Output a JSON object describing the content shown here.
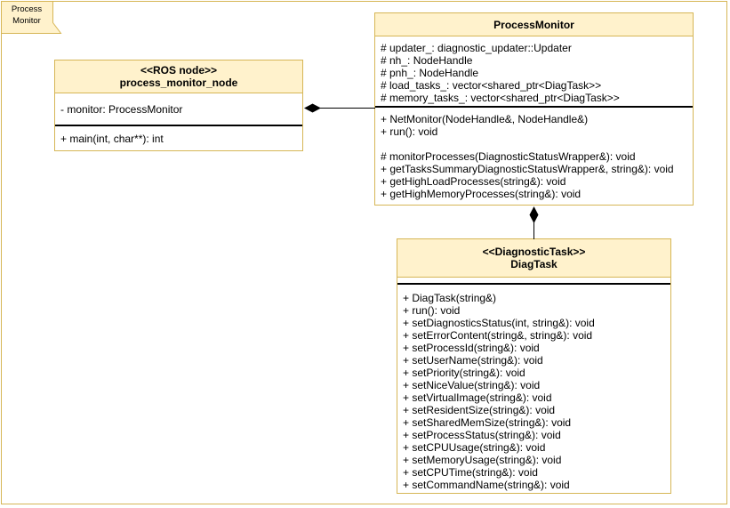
{
  "frame": {
    "label": "Process Monitor"
  },
  "colors": {
    "fill": "#FFF2CC",
    "stroke": "#D6B656",
    "text": "#000000",
    "separator": "#000000"
  },
  "classes": {
    "process_monitor_node": {
      "stereotype": "<<ROS node>>",
      "name": "process_monitor_node",
      "attributes": [
        "- monitor: ProcessMonitor"
      ],
      "methods": [
        "+ main(int, char**): int"
      ]
    },
    "process_monitor": {
      "name": "ProcessMonitor",
      "attributes": [
        "# updater_: diagnostic_updater::Updater",
        "# nh_: NodeHandle",
        "# pnh_: NodeHandle",
        "# load_tasks_: vector<shared_ptr<DiagTask>>",
        "# memory_tasks_: vector<shared_ptr<DiagTask>>"
      ],
      "methods_group1": [
        "+ NetMonitor(NodeHandle&, NodeHandle&)",
        "+ run(): void"
      ],
      "methods_group2": [
        "# monitorProcesses(DiagnosticStatusWrapper&): void",
        "+ getTasksSummaryDiagnosticStatusWrapper&, string&): void",
        "+ getHighLoadProcesses(string&): void",
        "+ getHighMemoryProcesses(string&): void"
      ]
    },
    "diag_task": {
      "stereotype": "<<DiagnosticTask>>",
      "name": "DiagTask",
      "methods": [
        "+ DiagTask(string&)",
        "+ run(): void",
        "+ setDiagnosticsStatus(int, string&): void",
        "+ setErrorContent(string&, string&): void",
        "+ setProcessId(string&): void",
        "+ setUserName(string&): void",
        "+ setPriority(string&): void",
        "+ setNiceValue(string&): void",
        "+ setVirtualImage(string&): void",
        "+ setResidentSize(string&): void",
        "+ setSharedMemSize(string&): void",
        "+ setProcessStatus(string&): void",
        "+ setCPUUsage(string&): void",
        "+ setMemoryUsage(string&): void",
        "+ setCPUTime(string&): void",
        "+ setCommandName(string&): void"
      ]
    }
  },
  "relations": [
    {
      "type": "composition",
      "diamond_at": "process_monitor_node",
      "from": "process_monitor_node",
      "to": "ProcessMonitor"
    },
    {
      "type": "composition",
      "diamond_at": "ProcessMonitor",
      "from": "ProcessMonitor",
      "to": "DiagTask"
    }
  ]
}
